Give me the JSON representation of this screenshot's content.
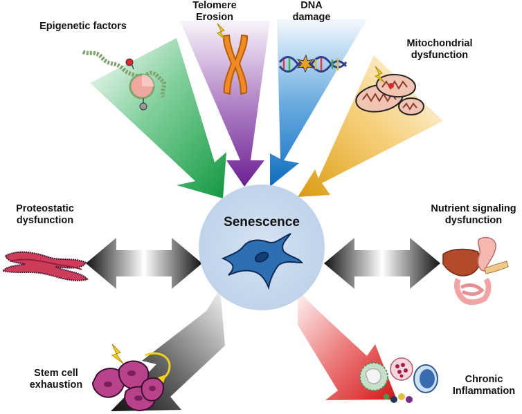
{
  "center": {
    "title": "Senescence"
  },
  "labels": {
    "epigenetic": "Epigenetic factors",
    "telomere": [
      "Telomere",
      "Erosion"
    ],
    "dna": [
      "DNA",
      "damage"
    ],
    "mito": [
      "Mitochondrial",
      "dysfunction"
    ],
    "proteo": [
      "Proteostatic",
      "dysfunction"
    ],
    "nutrient": [
      "Nutrient signaling",
      "dysfunction"
    ],
    "stem": [
      "Stem cell",
      "exhaustion"
    ],
    "inflam": [
      "Chronic",
      "Inflammation"
    ]
  },
  "icons": {
    "epigenetic": "chromatin-icon",
    "telomere": "chromosome-icon",
    "dna": "dna-helix-icon",
    "mito": "mitochondria-icon",
    "proteo": "endoplasmic-reticulum-icon",
    "nutrient": "digestive-organs-icon",
    "stem": "stem-cells-icon",
    "inflam": "immune-cells-icon",
    "center": "senescent-cell-icon"
  },
  "colors": {
    "epigenetic_arrow": "#1aa84a",
    "telomere_arrow": "#7b2fa0",
    "dna_arrow": "#1a7fd0",
    "mito_arrow": "#e0a21a",
    "double_arrows": "#1a1a1a",
    "stem_arrow": "#1a1a1a",
    "inflam_arrow": "#e02222",
    "center_circle": "#c9d9ee"
  }
}
